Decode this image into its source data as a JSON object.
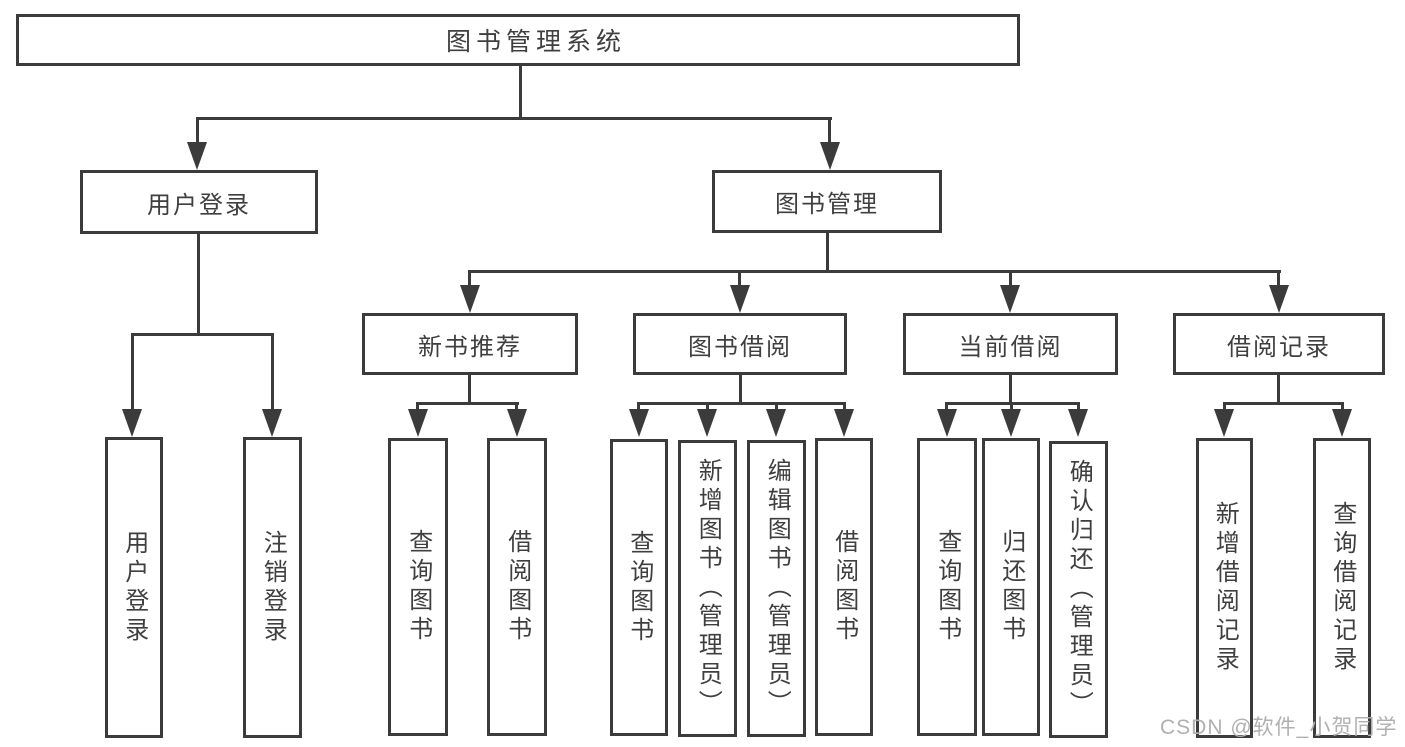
{
  "diagram": {
    "root": {
      "label": "图书管理系统"
    },
    "branches": [
      {
        "label": "用户登录",
        "children": [
          {
            "label": "用户登录"
          },
          {
            "label": "注销登录"
          }
        ]
      },
      {
        "label": "图书管理",
        "groups": [
          {
            "label": "新书推荐",
            "children": [
              {
                "label": "查询图书"
              },
              {
                "label": "借阅图书"
              }
            ]
          },
          {
            "label": "图书借阅",
            "children": [
              {
                "label": "查询图书"
              },
              {
                "label": "新增图书（管理员）"
              },
              {
                "label": "编辑图书（管理员）"
              },
              {
                "label": "借阅图书"
              }
            ]
          },
          {
            "label": "当前借阅",
            "children": [
              {
                "label": "查询图书"
              },
              {
                "label": "归还图书"
              },
              {
                "label": "确认归还（管理员）"
              }
            ]
          },
          {
            "label": "借阅记录",
            "children": [
              {
                "label": "新增借阅记录"
              },
              {
                "label": "查询借阅记录"
              }
            ]
          }
        ]
      }
    ]
  },
  "watermark": {
    "text": "CSDN @软件_小贺同学"
  },
  "colors": {
    "line": "#3b3b3b",
    "text": "#3f3f3f",
    "watermark": "#b0b0b0",
    "background": "#ffffff"
  }
}
